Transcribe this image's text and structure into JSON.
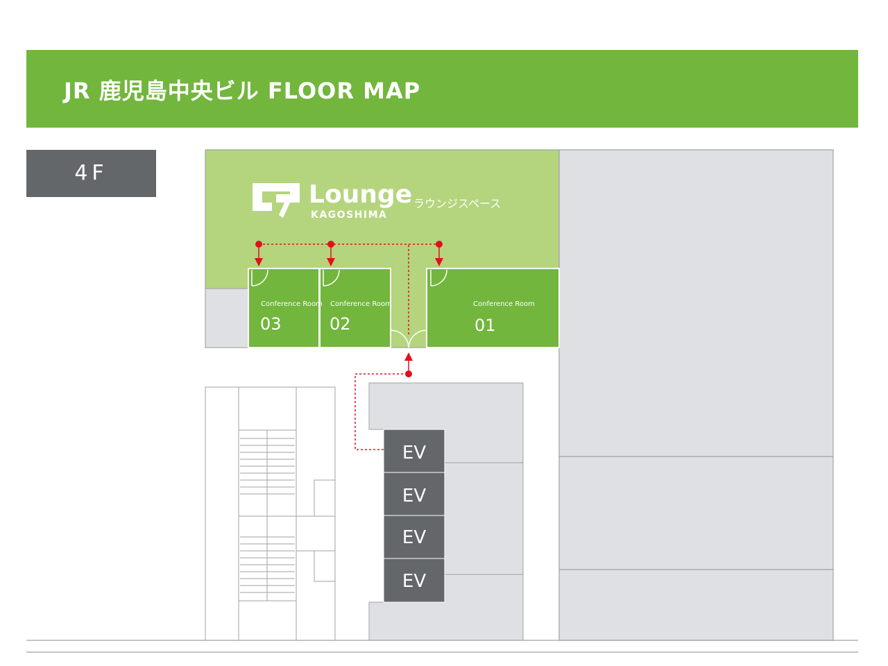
{
  "header": {
    "title": "JR 鹿児島中央ビル  FLOOR MAP"
  },
  "floor": {
    "label": "4F"
  },
  "lounge": {
    "logo_name": "Lounge",
    "logo_sub": "KAGOSHIMA",
    "label_ja": "ラウンジスペース"
  },
  "rooms": [
    {
      "label": "Conference Room",
      "number": "03"
    },
    {
      "label": "Conference Room",
      "number": "02"
    },
    {
      "label": "Conference Room",
      "number": "01"
    }
  ],
  "elevators": [
    "EV",
    "EV",
    "EV",
    "EV"
  ],
  "colors": {
    "header": "#72b63d",
    "lounge": "#b4d57d",
    "room": "#72b63d",
    "badge": "#646769",
    "elevator": "#646769",
    "grey_area": "#dfe0e4",
    "route": "#e1101d"
  }
}
